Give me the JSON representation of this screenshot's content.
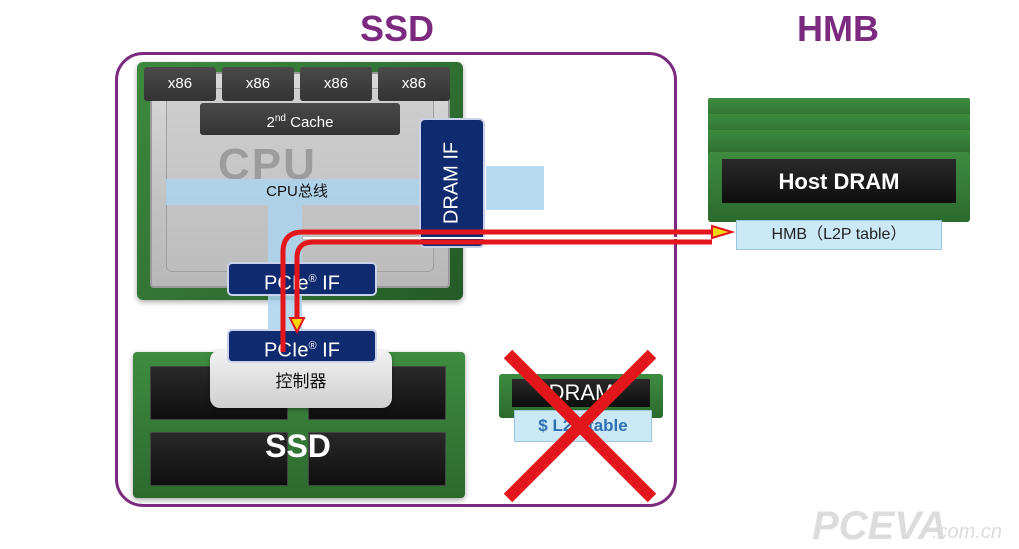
{
  "titles": {
    "ssd": "SSD",
    "hmb": "HMB"
  },
  "cpu": {
    "cores": [
      "x86",
      "x86",
      "x86",
      "x86"
    ],
    "cache_prefix": "2",
    "cache_sup": "nd",
    "cache_suffix": " Cache",
    "watermark": "CPU",
    "bus": "CPU总线"
  },
  "dram_if": "DRAM IF",
  "pcie_top": {
    "label": "PCIe",
    "sup": "®",
    "suffix": " IF"
  },
  "pcie_bottom": {
    "label": "PCIe",
    "sup": "®",
    "suffix": " IF"
  },
  "controller": "控制器",
  "ssd_board": "SSD",
  "onboard_dram": {
    "label": "DRAM",
    "table": "$ L2P table",
    "crossed_out": true
  },
  "host": {
    "label": "Host DRAM",
    "hmb_table": "HMB（L2P table）"
  },
  "watermark": {
    "main": "PCEVA",
    "sub": ".com.cn"
  },
  "colors": {
    "title": "#7b2a7f",
    "interface": "#0f2a6e",
    "path": "#e3161b",
    "cross": "#e3161b",
    "bus": "#aad4ee"
  }
}
